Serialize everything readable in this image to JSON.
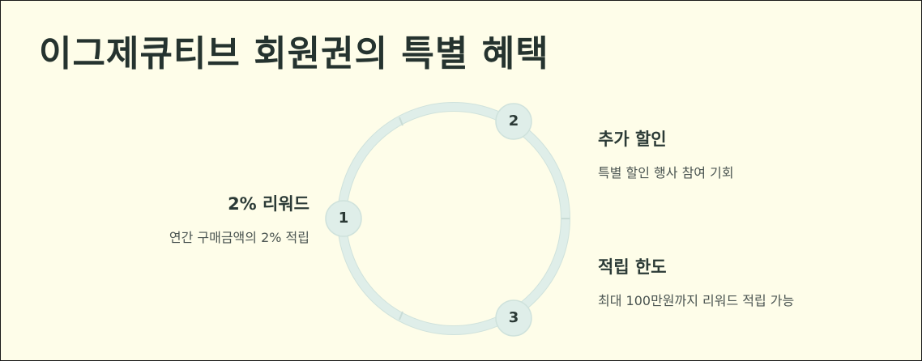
{
  "title": "이그제큐티브 회원권의 특별 혜택",
  "steps": [
    {
      "number": "1",
      "title": "2% 리워드",
      "description": "연간 구매금액의 2% 적립"
    },
    {
      "number": "2",
      "title": "추가 할인",
      "description": "특별 할인 행사 참여 기회"
    },
    {
      "number": "3",
      "title": "적립 한도",
      "description": "최대 100만원까지 리워드 적립 가능"
    }
  ],
  "colors": {
    "background": "#fefde9",
    "ring": "#dfeee9",
    "ring_stroke": "#cfe2dc",
    "node": "#dfeee9",
    "text": "#2b3a36"
  }
}
